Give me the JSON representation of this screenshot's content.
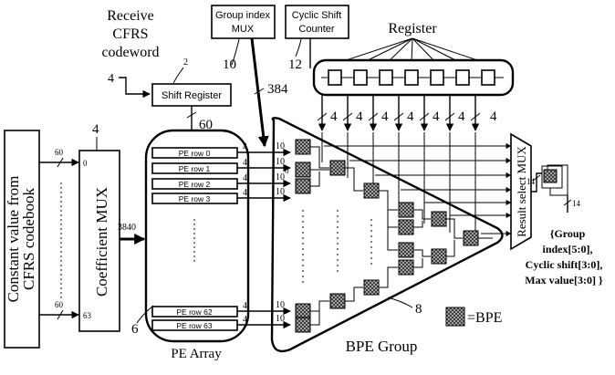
{
  "labels": {
    "receive": [
      "Receive",
      "CFRS",
      "codeword"
    ],
    "receive_width": "4",
    "shift_register": "Shift Register",
    "shift_register_ref": "2",
    "shift_out_width": "60",
    "group_index_mux": [
      "Group index",
      "MUX"
    ],
    "group_index_ref": "10",
    "group_index_width": "384",
    "cyclic_shift_counter": [
      "Cyclic Shift",
      "Counter"
    ],
    "cyclic_shift_ref": "12",
    "register": "Register",
    "register_widths": [
      "4",
      "4",
      "4",
      "4",
      "4",
      "4",
      "4"
    ],
    "constant_value": [
      "Constant value from",
      "CFRS codebook"
    ],
    "coefficient_mux": "Coefficient MUX",
    "coefficient_mux_ref": "4",
    "mux_in_top_width": "60",
    "mux_in_top_index": "0",
    "mux_in_bottom_width": "60",
    "mux_in_bottom_index": "63",
    "bus_width": "3840",
    "pe_rows_top": [
      "PE row 0",
      "PE row 1",
      "PE row 2",
      "PE row 3"
    ],
    "pe_rows_bottom": [
      "PE row 62",
      "PE row 63"
    ],
    "pe_row_out_widths": [
      "4",
      "4",
      "4",
      "4"
    ],
    "pe_row_out_widths_bottom": [
      "4",
      "4"
    ],
    "bpe_in_widths": [
      "10",
      "10",
      "10",
      "10"
    ],
    "bpe_in_widths_bottom": [
      "10",
      "10"
    ],
    "bpe_side_zero": "0",
    "pe_array": "PE Array",
    "pe_array_ref": "6",
    "bpe_group": "BPE Group",
    "bpe_group_ref": "8",
    "bpe_legend": "=BPE",
    "result_mux": "Result select MUX",
    "result_widths": [
      "14",
      "14"
    ],
    "result_text": [
      "{Group",
      "index[5:0],",
      "Cyclic shift[3:0],",
      "Max value[3:0] }"
    ]
  },
  "colors": {
    "ink": "#000000",
    "bpe_fill": "#8a8a8a"
  }
}
